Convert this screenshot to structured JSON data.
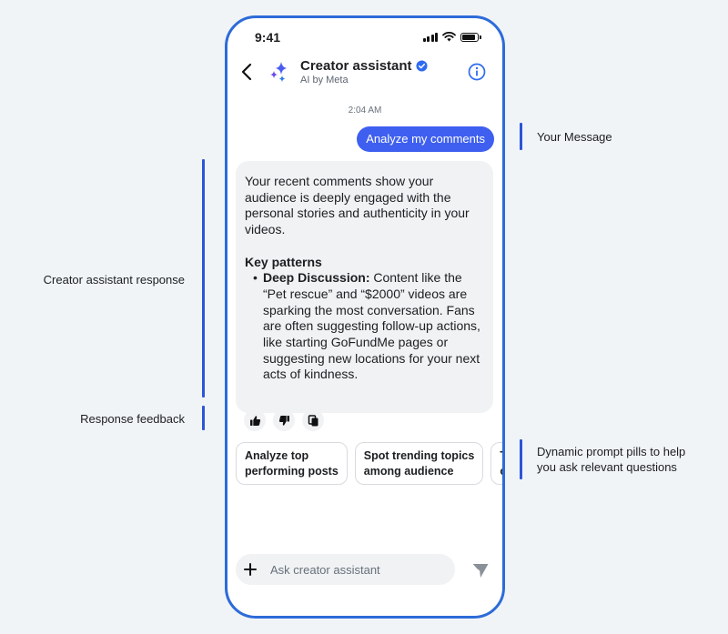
{
  "annotations": {
    "your_message": "Your Message",
    "assistant_response": "Creator assistant response",
    "response_feedback": "Response feedback",
    "prompt_pills_line1": "Dynamic prompt pills to help",
    "prompt_pills_line2": "you ask relevant questions"
  },
  "status_bar": {
    "time": "9:41",
    "battery_level": 0.85
  },
  "header": {
    "title": "Creator assistant",
    "subtitle": "AI by Meta",
    "icons": [
      "back-chevron-icon",
      "ai-sparkle-icon",
      "verified-badge-icon",
      "info-icon"
    ]
  },
  "chat": {
    "timestamp": "2:04 AM",
    "user_message": "Analyze my comments",
    "response": {
      "intro_line1": "Your recent comments show your",
      "intro_line2": "audience is deeply engaged with the",
      "intro_line3": "personal stories and authenticity in your",
      "intro_line4": "videos.",
      "key_patterns_title": "Key patterns",
      "bullet_bold": "Deep Discussion:",
      "bullet_line1": " Content like the",
      "bullet_line2": "“Pet rescue” and “$2000” videos are",
      "bullet_line3": "sparking the most conversation. Fans",
      "bullet_line4": "are often suggesting follow-up actions,",
      "bullet_line5": "like starting GoFundMe pages or",
      "bullet_line6": "suggesting new locations for your next",
      "bullet_line7": "acts of kindness."
    }
  },
  "feedback_icons": [
    "thumbs-up-icon",
    "thumbs-down-icon",
    "copy-icon"
  ],
  "prompt_pills": [
    {
      "label": "Analyze top\nperforming posts"
    },
    {
      "label": "Spot trending topics\namong audience"
    },
    {
      "label": "To\non"
    }
  ],
  "composer": {
    "placeholder": "Ask creator assistant"
  },
  "colors": {
    "accent": "#3e5ff0",
    "annotation_line": "#2d55d7",
    "phone_border": "#2d6bd8"
  }
}
